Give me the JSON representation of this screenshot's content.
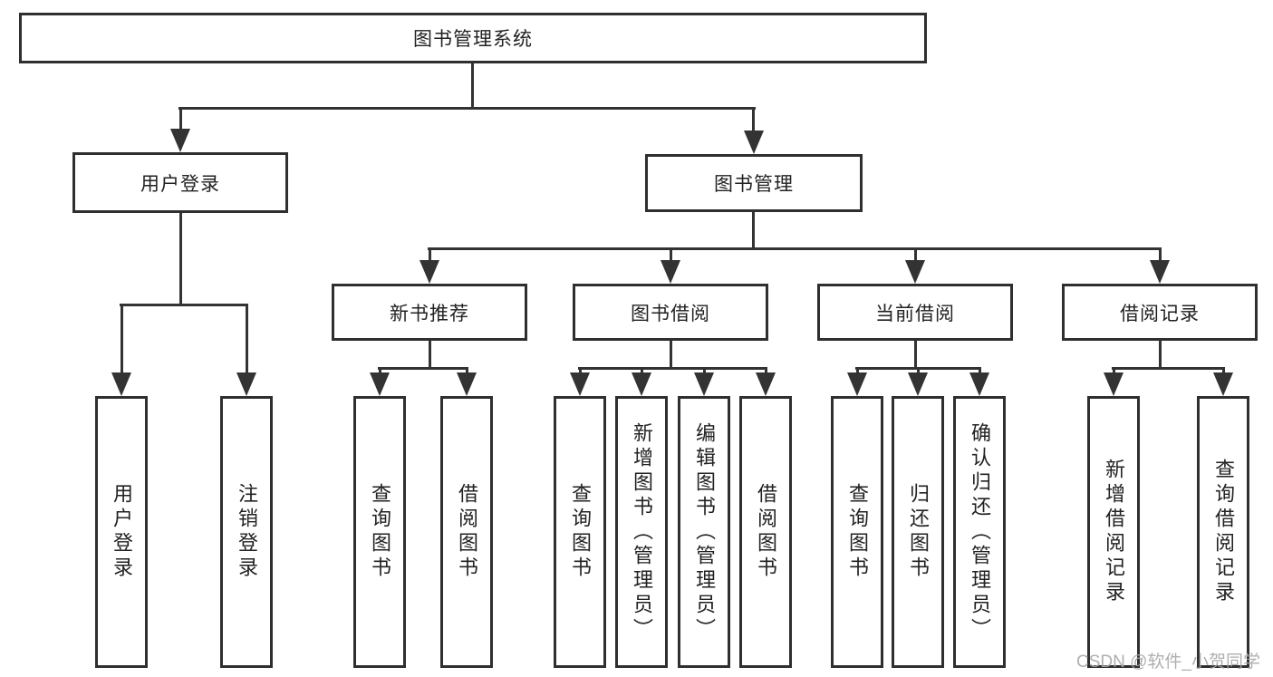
{
  "diagram": {
    "title": "图书管理系统",
    "level2": {
      "user_login": "用户登录",
      "book_mgmt": "图书管理"
    },
    "level3": {
      "new_books": "新书推荐",
      "book_borrow": "图书借阅",
      "current_borrow": "当前借阅",
      "borrow_records": "借阅记录"
    },
    "leaves": {
      "user_login": [
        "用户登录",
        "注销登录"
      ],
      "new_books": [
        "查询图书",
        "借阅图书"
      ],
      "book_borrow": [
        "查询图书",
        "新增图书（管理员）",
        "编辑图书（管理员）",
        "借阅图书"
      ],
      "current_borrow": [
        "查询图书",
        "归还图书",
        "确认归还（管理员）"
      ],
      "borrow_records": [
        "新增借阅记录",
        "查询借阅记录"
      ]
    }
  },
  "watermark": "CSDN @软件_小贺同学",
  "colors": {
    "background": "#ffffff",
    "line": "#333333",
    "node_border": "#2f2f2f",
    "text": "#222222",
    "watermark": "#a8a8a8"
  }
}
